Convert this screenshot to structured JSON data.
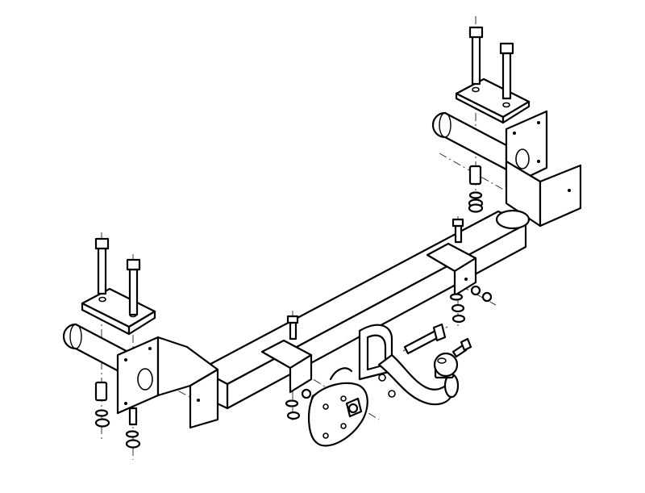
{
  "diagram": {
    "colors": {
      "line": "#000000",
      "background": "#ffffff",
      "axis": "#333333"
    },
    "parts": [
      "main-crossbar",
      "left-side-bracket",
      "right-side-bracket",
      "left-mounting-plate",
      "right-mounting-plate",
      "towball-neck",
      "tow-ball",
      "socket-plate",
      "bolts",
      "nuts",
      "washers",
      "spacer-tubes"
    ]
  }
}
